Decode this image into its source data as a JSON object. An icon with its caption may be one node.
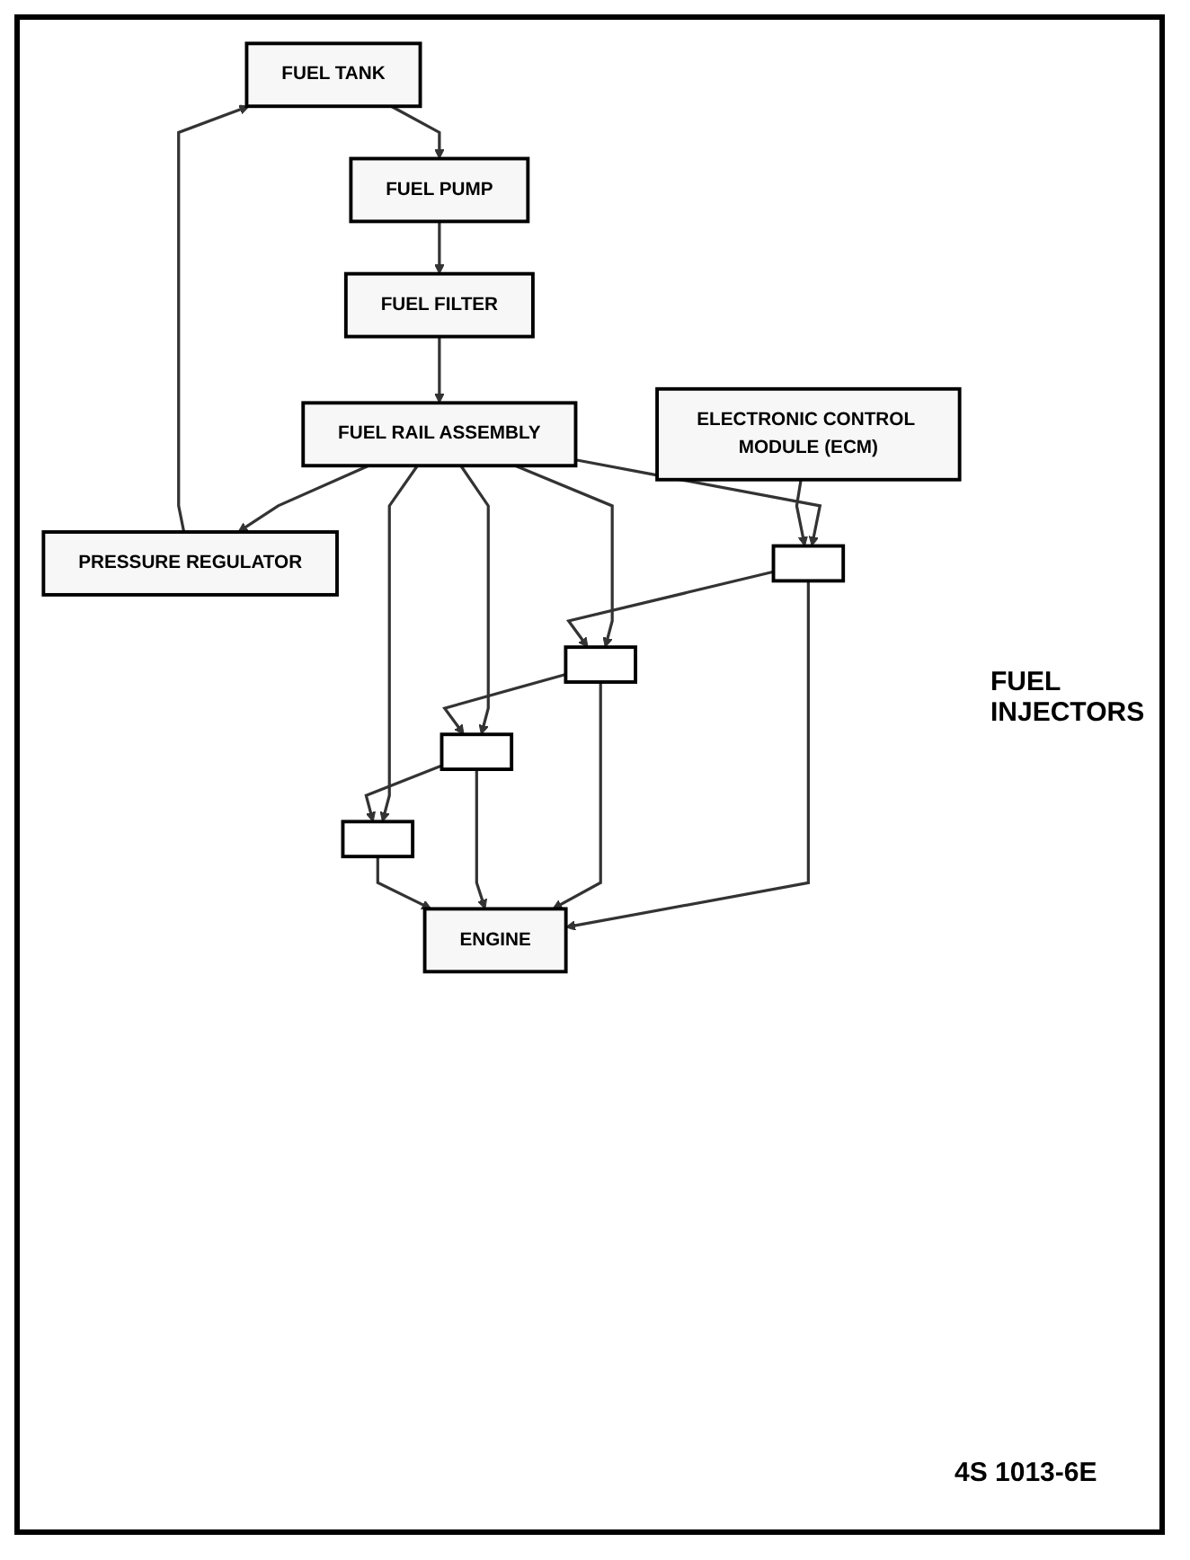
{
  "diagram": {
    "nodes": [
      {
        "text": [
          "FUEL TANK"
        ]
      },
      {
        "text": [
          "FUEL PUMP"
        ]
      },
      {
        "text": [
          "FUEL FILTER"
        ]
      },
      {
        "text": [
          "PRESSURE REGULATOR"
        ]
      },
      {
        "text": [
          "FUEL RAIL ASSEMBLY"
        ]
      },
      {
        "text": [
          "ELECTRONIC CONTROL MODULE (ECM)"
        ]
      },
      {
        "text": [],
        "shape": "box"
      },
      {
        "text": [],
        "shape": "box"
      },
      {
        "text": [],
        "shape": "box"
      },
      {
        "text": [],
        "shape": "box"
      },
      {
        "text": [
          "ENGINE"
        ]
      }
    ],
    "edges": [
      {
        "from": 0,
        "to": 1,
        "arrow": "to"
      },
      {
        "from": 1,
        "to": 2,
        "arrow": "to"
      },
      {
        "from": 2,
        "to": 4,
        "arrow": "to"
      },
      {
        "from": 4,
        "to": 3,
        "arrow": "to"
      },
      {
        "from": 3,
        "to": 0,
        "arrow": "to"
      },
      {
        "from": 4,
        "to": 6,
        "arrow": "to"
      },
      {
        "from": 4,
        "to": 7,
        "arrow": "to"
      },
      {
        "from": 4,
        "to": 8,
        "arrow": "to"
      },
      {
        "from": 4,
        "to": 9,
        "arrow": "to"
      },
      {
        "from": 5,
        "to": 6,
        "arrow": "to"
      },
      {
        "from": 6,
        "to": 7,
        "arrow": "to"
      },
      {
        "from": 7,
        "to": 8,
        "arrow": "to"
      },
      {
        "from": 8,
        "to": 9,
        "arrow": "to"
      },
      {
        "from": 6,
        "to": 10,
        "arrow": "to"
      },
      {
        "from": 7,
        "to": 10,
        "arrow": "to"
      },
      {
        "from": 8,
        "to": 10,
        "arrow": "to"
      },
      {
        "from": 9,
        "to": 10,
        "arrow": "to"
      }
    ],
    "labels": [
      "FUEL INJECTORS",
      "4S 1013-6E"
    ]
  }
}
